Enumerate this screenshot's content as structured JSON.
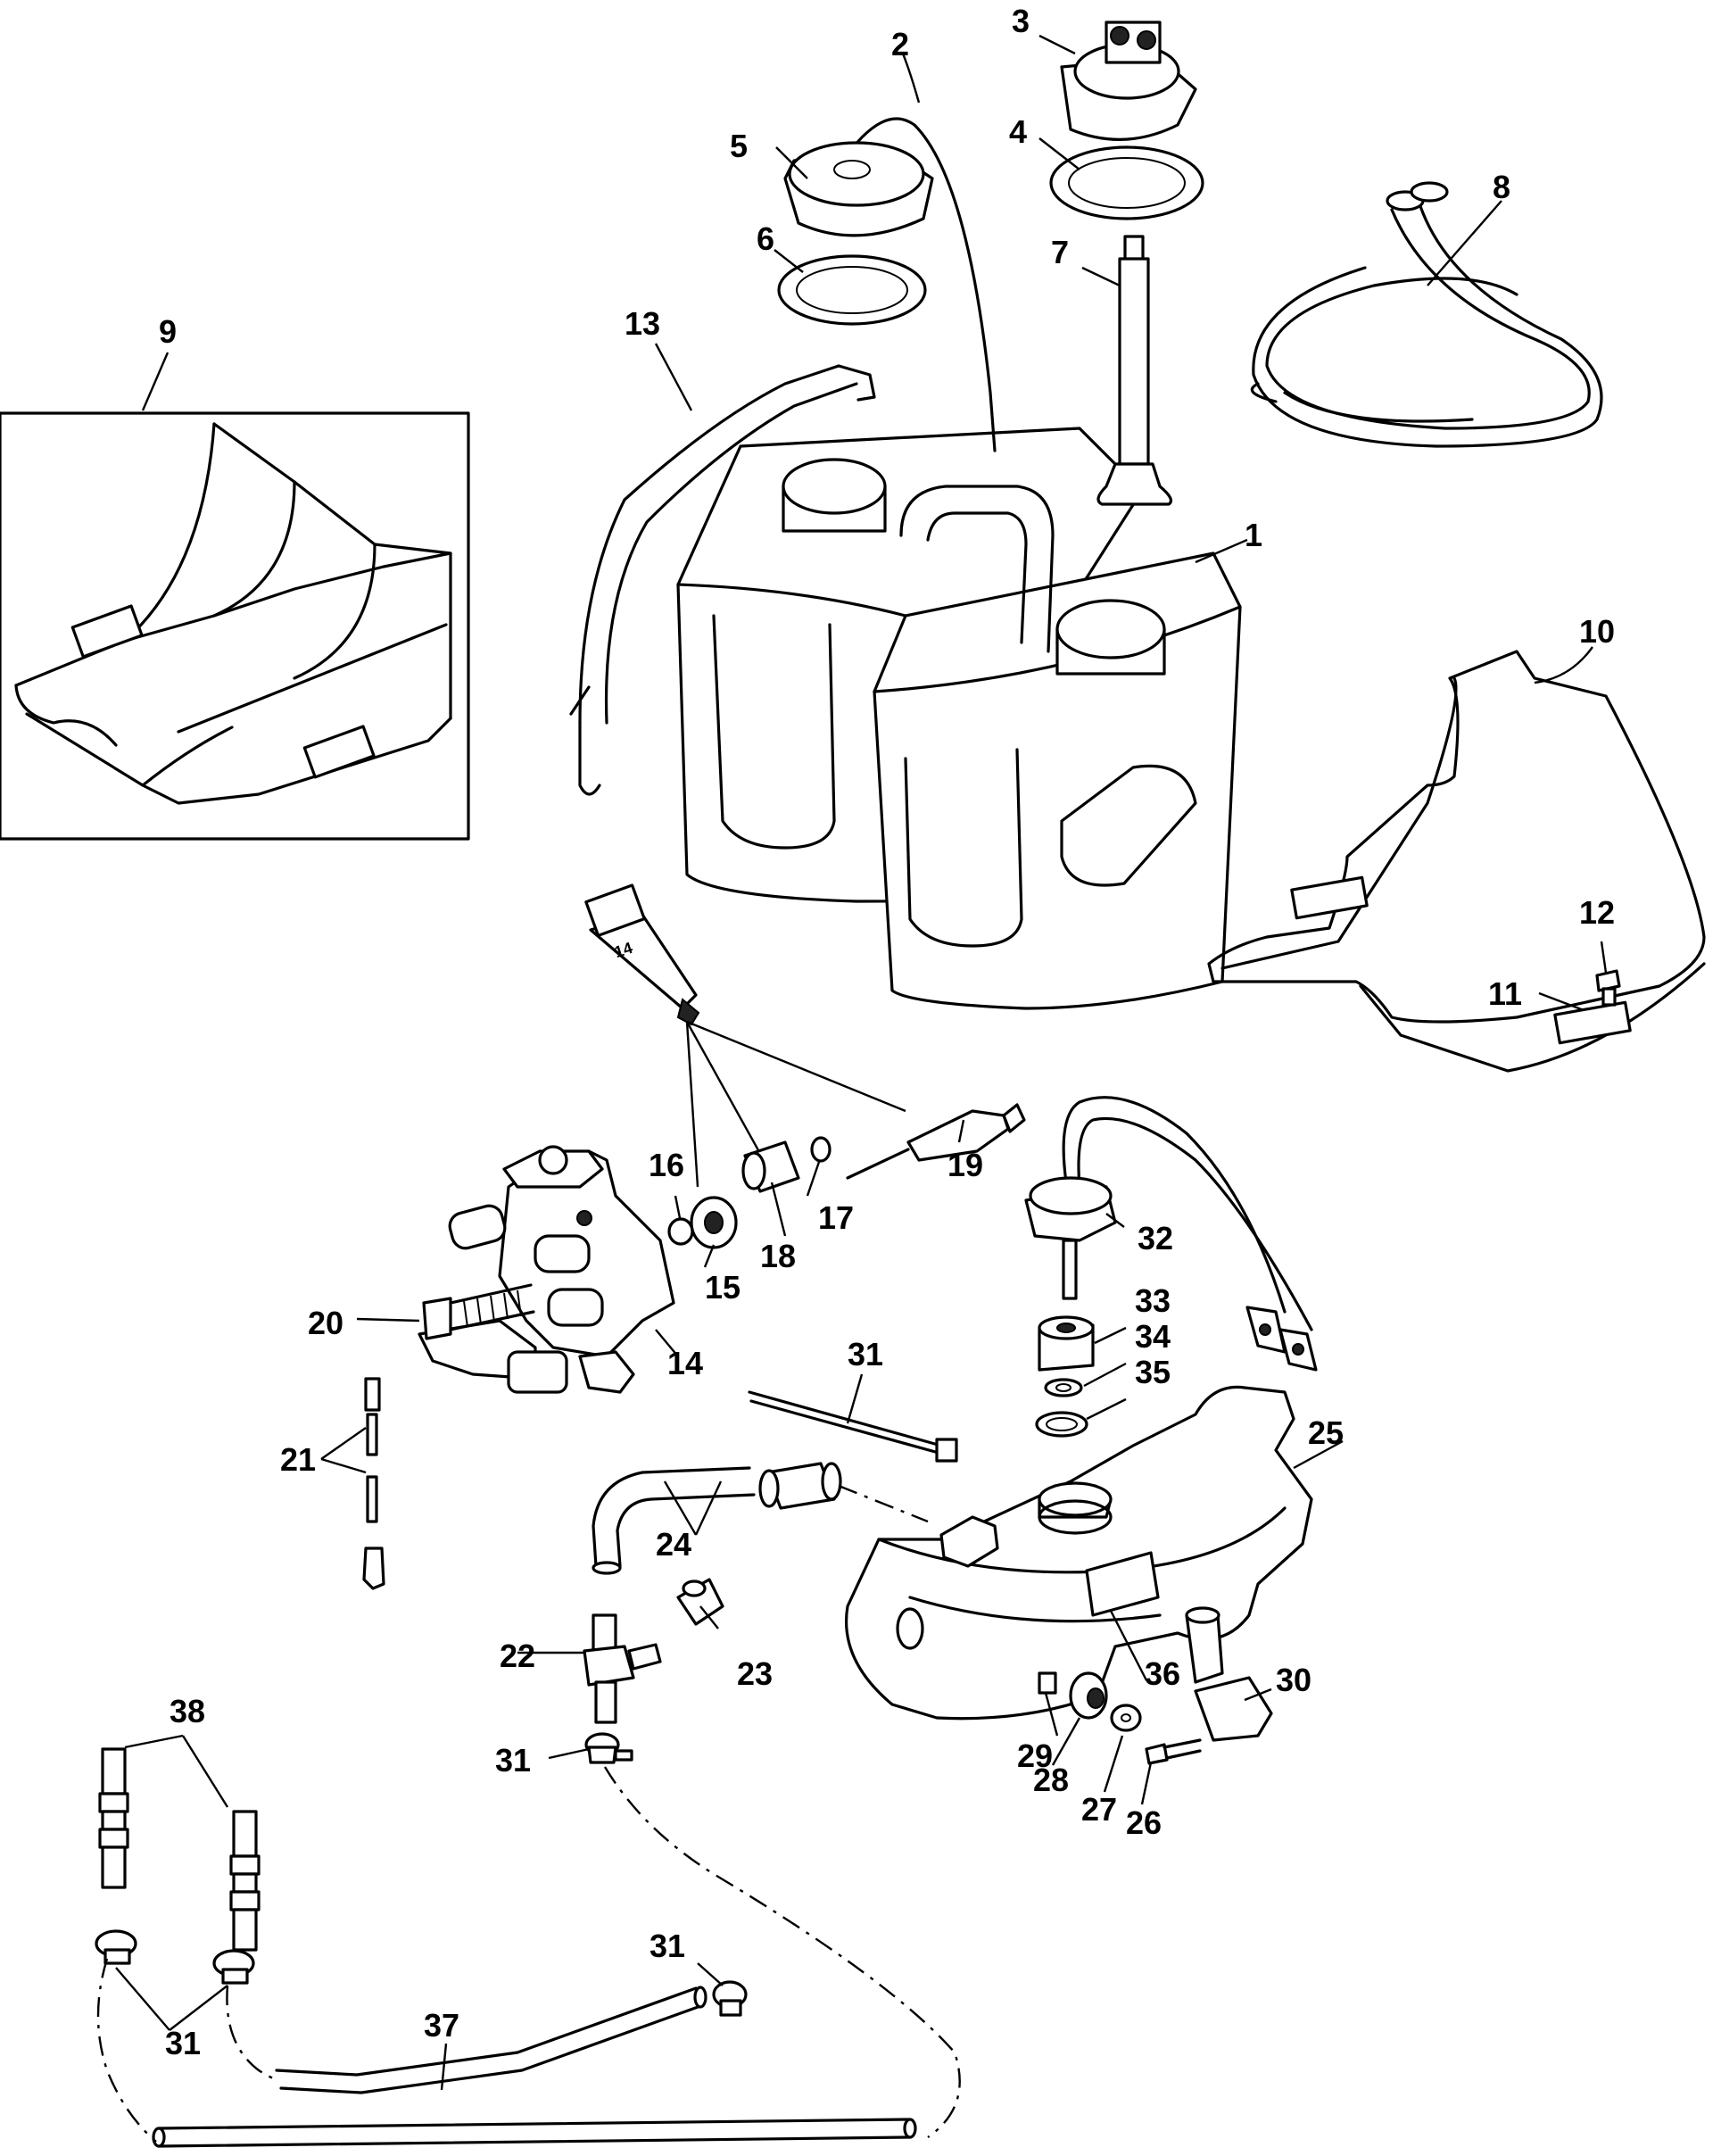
{
  "callouts": {
    "c1": "1",
    "c2": "2",
    "c3": "3",
    "c4": "4",
    "c5": "5",
    "c6": "6",
    "c7": "7",
    "c8": "8",
    "c9": "9",
    "c10": "10",
    "c11": "11",
    "c12": "12",
    "c13": "13",
    "c14a": "14",
    "c14b": "14",
    "c15": "15",
    "c16": "16",
    "c17": "17",
    "c18": "18",
    "c19": "19",
    "c20": "20",
    "c21": "21",
    "c22": "22",
    "c23": "23",
    "c24": "24",
    "c25": "25",
    "c26": "26",
    "c27": "27",
    "c28": "28",
    "c29": "29",
    "c30": "30",
    "c31a": "31",
    "c31b": "31",
    "c31c": "31",
    "c31d": "31",
    "c32": "32",
    "c33": "33",
    "c34": "34",
    "c35": "35",
    "c36": "36",
    "c37": "37",
    "c38": "38"
  }
}
